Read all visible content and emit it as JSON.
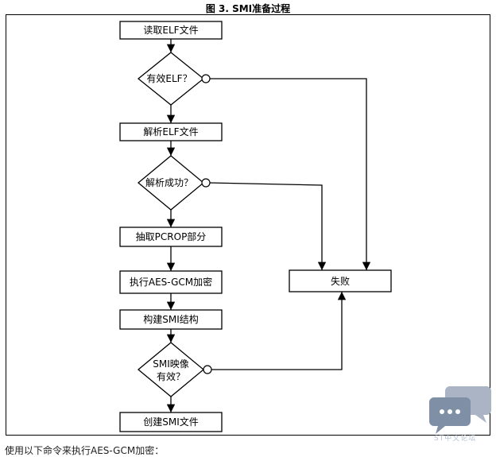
{
  "figure_title": "图 3. SMI准备过程",
  "nodes": {
    "read_elf": "读取ELF文件",
    "valid_elf": "有效ELF？",
    "parse_elf": "解析ELF文件",
    "parse_ok": "解析成功？",
    "extract_pcrop": "抽取PCROP部分",
    "aes_gcm": "执行AES-GCM加密",
    "build_smi": "构建SMI结构",
    "smi_valid_l1": "SMI映像",
    "smi_valid_l2": "有效？",
    "create_smi": "创建SMI文件",
    "fail": "失败"
  },
  "caption": "使用以下命令来执行AES-GCM加密：",
  "watermark": {
    "text": "ST中文论坛",
    "icon": "chat-bubble-icon"
  },
  "colors": {
    "stroke": "#000000",
    "watermark": "#7f8fa6"
  }
}
